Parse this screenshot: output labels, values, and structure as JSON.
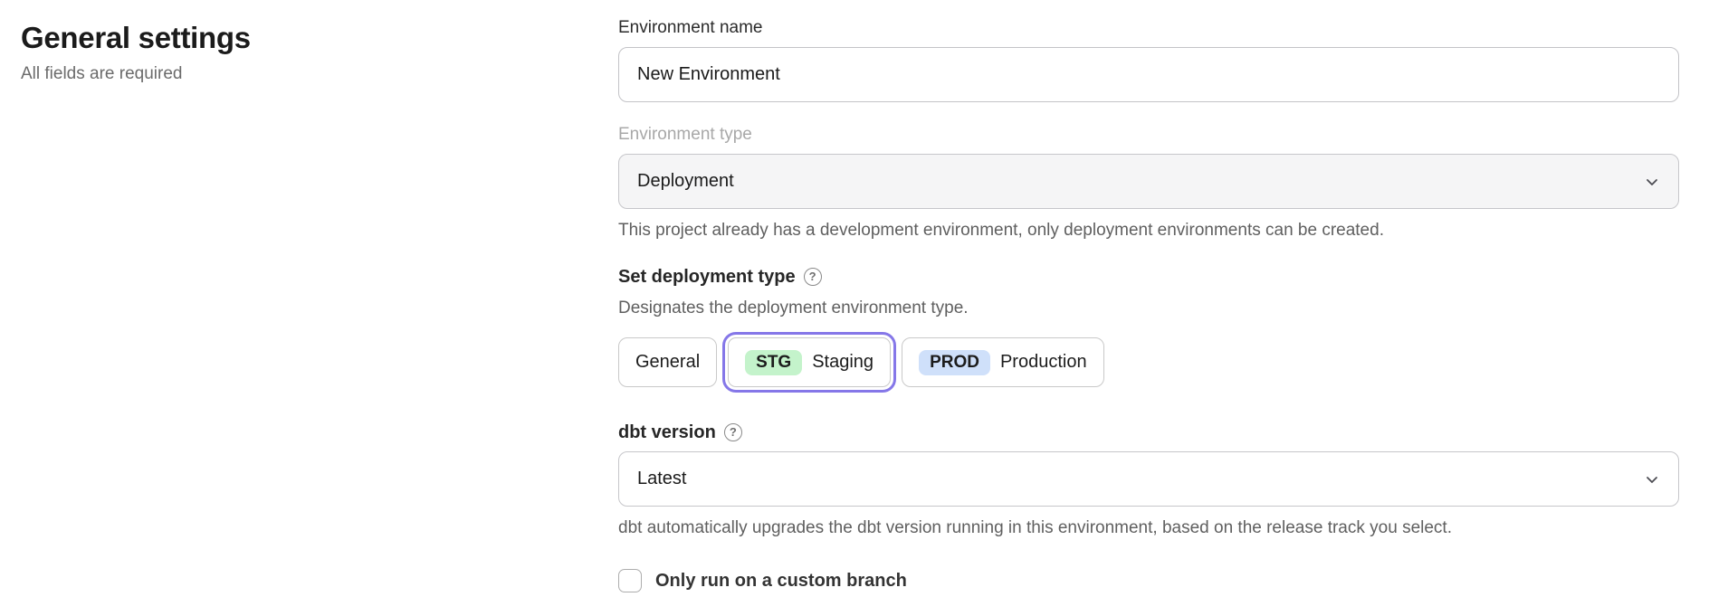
{
  "heading": {
    "title": "General settings",
    "subtitle": "All fields are required"
  },
  "form": {
    "environment_name": {
      "label": "Environment name",
      "value": "New Environment"
    },
    "environment_type": {
      "label": "Environment type",
      "value": "Deployment",
      "disabled": true,
      "helper": "This project already has a development environment, only deployment environments can be created."
    },
    "deployment_type": {
      "label": "Set deployment type",
      "help_icon_glyph": "?",
      "description": "Designates the deployment environment type.",
      "options": [
        {
          "label": "General",
          "badge": "",
          "selected": false
        },
        {
          "label": "Staging",
          "badge": "STG",
          "selected": true
        },
        {
          "label": "Production",
          "badge": "PROD",
          "selected": false
        }
      ]
    },
    "dbt_version": {
      "label": "dbt version",
      "help_icon_glyph": "?",
      "value": "Latest",
      "helper": "dbt automatically upgrades the dbt version running in this environment, based on the release track you select."
    },
    "custom_branch": {
      "label": "Only run on a custom branch",
      "checked": false
    }
  },
  "colors": {
    "selected_ring": "#8577e8",
    "staging_badge_bg": "#c4f3cb",
    "production_badge_bg": "#cfe0fa",
    "disabled_field_bg": "#f5f5f6"
  }
}
